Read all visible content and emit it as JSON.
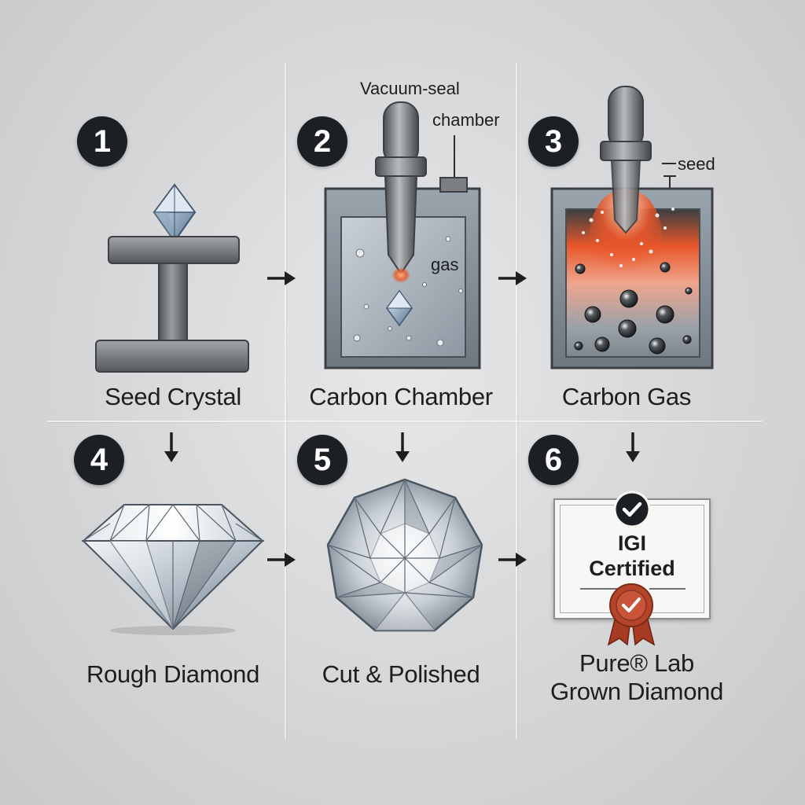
{
  "steps": [
    {
      "number": "1",
      "label": "Seed Crystal"
    },
    {
      "number": "2",
      "label": "Carbon Chamber"
    },
    {
      "number": "3",
      "label": "Carbon Gas"
    },
    {
      "number": "4",
      "label": "Rough Diamond"
    },
    {
      "number": "5",
      "label": "Cut & Polished"
    },
    {
      "number": "6",
      "label_line1": "Pure® Lab",
      "label_line2": "Grown Diamond"
    }
  ],
  "annotations": {
    "vacuum_line1": "Vacuum-seal",
    "vacuum_line2": "chamber",
    "gas": "gas",
    "seed": "seed"
  },
  "certificate": {
    "line1": "IGI",
    "line2": "Certified"
  },
  "colors": {
    "badge": "#1c2024",
    "plasma": "#e8562a",
    "ribbon": "#b5452a",
    "metal": "#6b6e71"
  },
  "icons": [
    "arrow-right-icon",
    "arrow-down-icon",
    "check-icon",
    "award-ribbon-icon"
  ]
}
